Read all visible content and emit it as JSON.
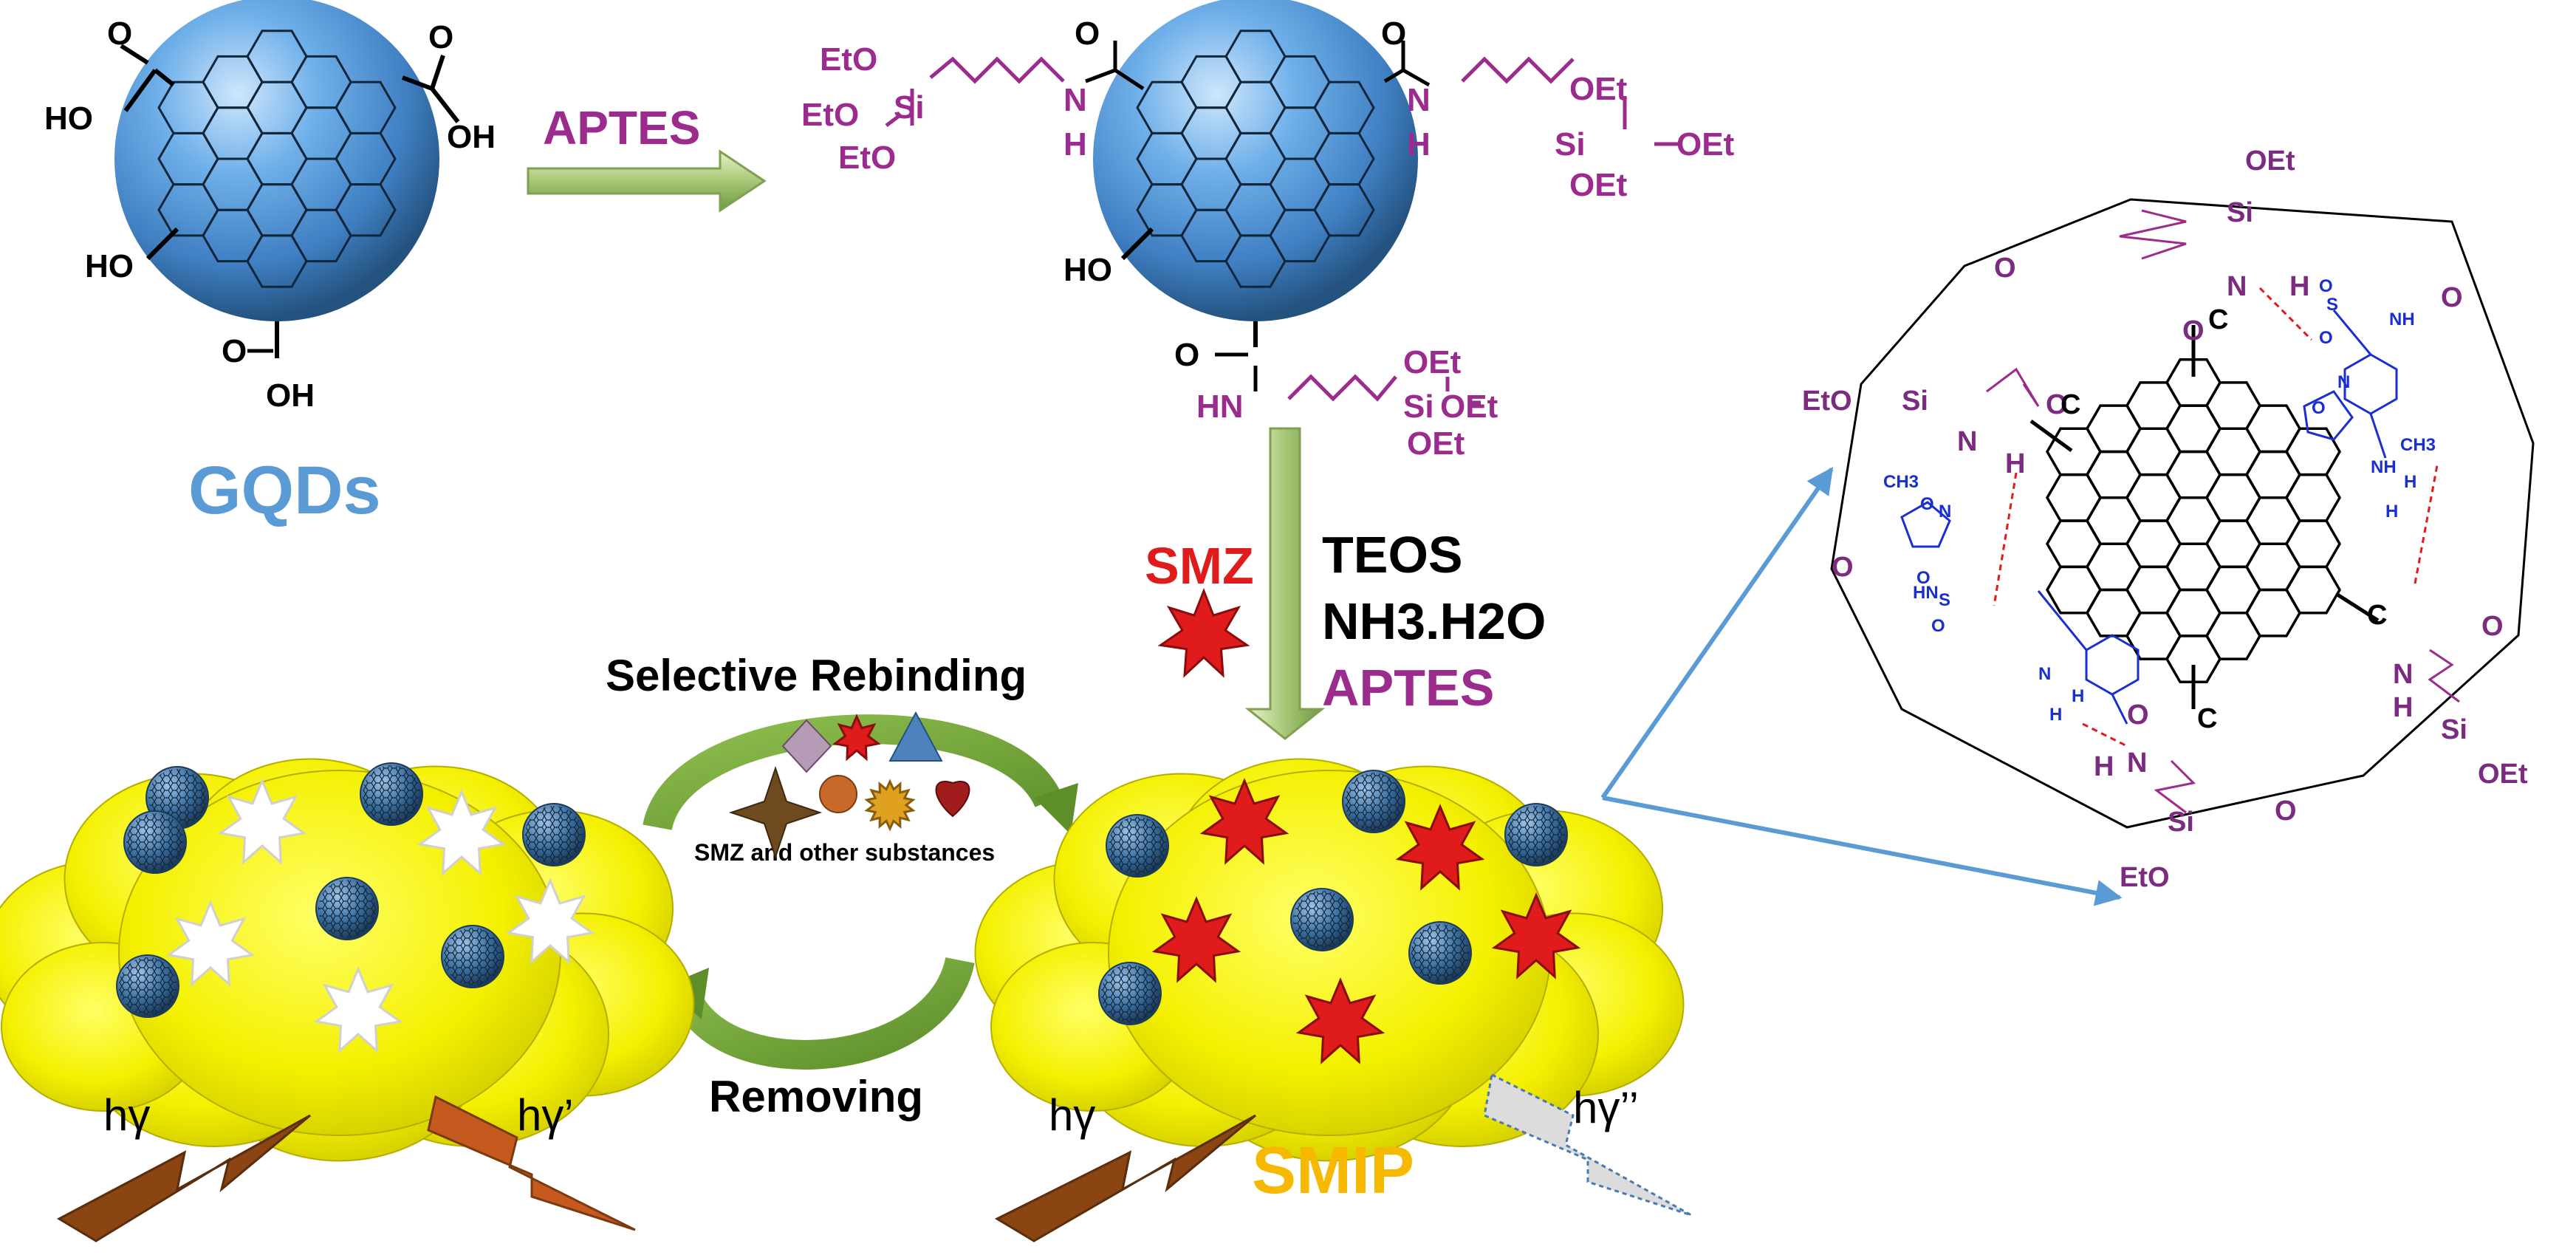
{
  "colors": {
    "chem": "#000000",
    "silane": "#9b2c8e",
    "gqd": "#5b9bd5",
    "smz": "#e01b1b",
    "smip": "#f7b900",
    "blue": "#1a2fd0",
    "arrow": "#5b9bd5"
  },
  "gqd_left": {
    "label": "GQDs",
    "groups": [
      "HO",
      "O",
      "O",
      "OH",
      "HO",
      "O",
      "OH"
    ]
  },
  "step1": {
    "reagent": "APTES"
  },
  "gqd_silane": {
    "left_chain": [
      "EtO",
      "Si",
      "EtO",
      "EtO",
      "N",
      "H",
      "O"
    ],
    "right_chain": [
      "O",
      "N",
      "H",
      "OEt",
      "Si",
      "OEt",
      "OEt"
    ],
    "bottom_chain": [
      "O",
      "HN",
      "OEt",
      "Si",
      "OEt",
      "OEt"
    ],
    "ho": "HO"
  },
  "step2": {
    "template": "SMZ",
    "reagents": [
      "TEOS",
      "NH3.H2O",
      "APTES"
    ]
  },
  "cycle": {
    "top": "Selective Rebinding",
    "middle": "SMZ and other substances",
    "bottom": "Removing"
  },
  "smip": {
    "label": "SMIP"
  },
  "light": {
    "left1": "hγ",
    "left2": "hγ’",
    "right1": "hγ",
    "right2": "hγ’’"
  },
  "zoom": {
    "labels": [
      "OEt",
      "Si",
      "O",
      "N",
      "H",
      "O",
      "EtO",
      "Si",
      "N",
      "H",
      "O",
      "O",
      "O",
      "O",
      "N",
      "H",
      "Si",
      "OEt",
      "H",
      "N",
      "O",
      "Si",
      "EtO",
      "O",
      "C",
      "C",
      "C",
      "C"
    ],
    "blue_labels": [
      "O",
      "S",
      "O",
      "NH",
      "O",
      "N",
      "CH3",
      "NH",
      "H",
      "H",
      "CH3",
      "O",
      "N",
      "HN",
      "S",
      "O",
      "O",
      "N",
      "H",
      "H"
    ]
  }
}
